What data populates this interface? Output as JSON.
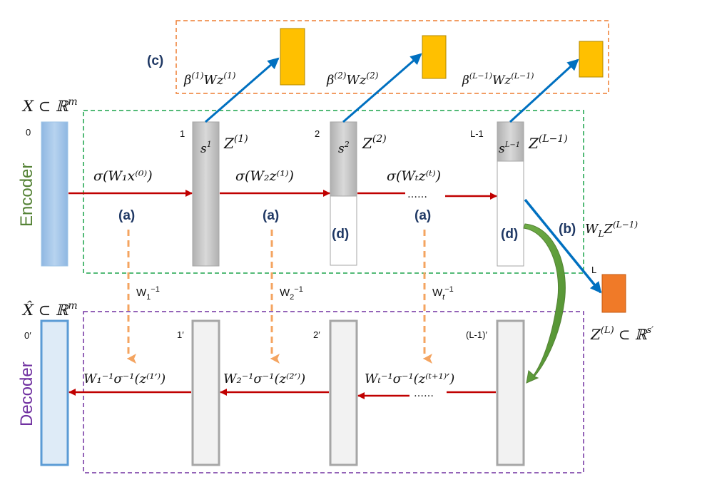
{
  "labels": {
    "c": "(c)",
    "b": "(b)",
    "a": "(a)",
    "d": "(d)"
  },
  "sections": {
    "encoder": "Encoder",
    "decoder": "Decoder"
  },
  "sets": {
    "x_in": "X ⊂ ℝ",
    "x_in_sup": "m",
    "x_hat": "X̂ ⊂ ℝ",
    "x_hat_sup": "m",
    "z_L": "Z",
    "z_L_sup": "(L)",
    "z_L_set": "⊂ ℝ",
    "z_L_set_sup": "s′"
  },
  "indices": {
    "enc0": "0",
    "enc1": "1",
    "enc2": "2",
    "encL1": "L-1",
    "encL": "L",
    "dec0": "0′",
    "dec1": "1′",
    "dec2": "2′",
    "decL1": "(L-1)′"
  },
  "sparse": {
    "s1_base": "s",
    "s1_sup": "1",
    "s2_base": "s",
    "s2_sup": "2",
    "sL_base": "s",
    "sL_sup": "L−1"
  },
  "encoder_states": {
    "z1_base": "Z",
    "z1_sup": "(1)",
    "z2_base": "Z",
    "z2_sup": "(2)",
    "zL1_base": "Z",
    "zL1_sup": "(L−1)"
  },
  "top_outputs": {
    "o1_beta": "β",
    "o1_sup": "(1)",
    "o1_wz": "Wz",
    "o1_zsup": "(1)",
    "o2_beta": "β",
    "o2_sup": "(2)",
    "o2_wz": "Wz",
    "o2_zsup": "(2)",
    "o3_beta": "β",
    "o3_sup": "(L−1)",
    "o3_wz": "Wz",
    "o3_zsup": "(L−1)"
  },
  "encoder_ops": {
    "op1": "σ(W₁x⁽⁰⁾)",
    "op2": "σ(W₂z⁽¹⁾)",
    "op3": "σ(Wₜz⁽ᵗ⁾)",
    "dots": "……"
  },
  "projection": {
    "text": "W",
    "sub": "L",
    "z": "Z",
    "sup": "(L−1)"
  },
  "inverses": {
    "w1": "W",
    "w1_sub": "1",
    "w1_sup": "−1",
    "w2": "W",
    "w2_sub": "2",
    "w2_sup": "−1",
    "wt": "W",
    "wt_sub": "t",
    "wt_sup": "−1"
  },
  "decoder_ops": {
    "op1": "W₁⁻¹σ⁻¹(z⁽¹′⁾)",
    "op2": "W₂⁻¹σ⁻¹(z⁽²′⁾)",
    "op3": "Wₜ⁻¹σ⁻¹(z⁽ᵗ⁺¹⁾′)",
    "dots": "……"
  },
  "colors": {
    "encoder_box": "#1aa34a",
    "decoder_box": "#7030a0",
    "output_box": "#ed7d31",
    "forward_arrow": "#c00000",
    "skip_arrow": "#0070c0",
    "inverse_arrow": "#f4a460",
    "feedback_arrow": "#70ad47",
    "gold_block": "#ffc000",
    "code_block": "#f07a28",
    "input_block": "#9dc3e6",
    "gray_block": "#bfbfbf",
    "encoder_text": "#548235",
    "decoder_text": "#7030a0"
  }
}
